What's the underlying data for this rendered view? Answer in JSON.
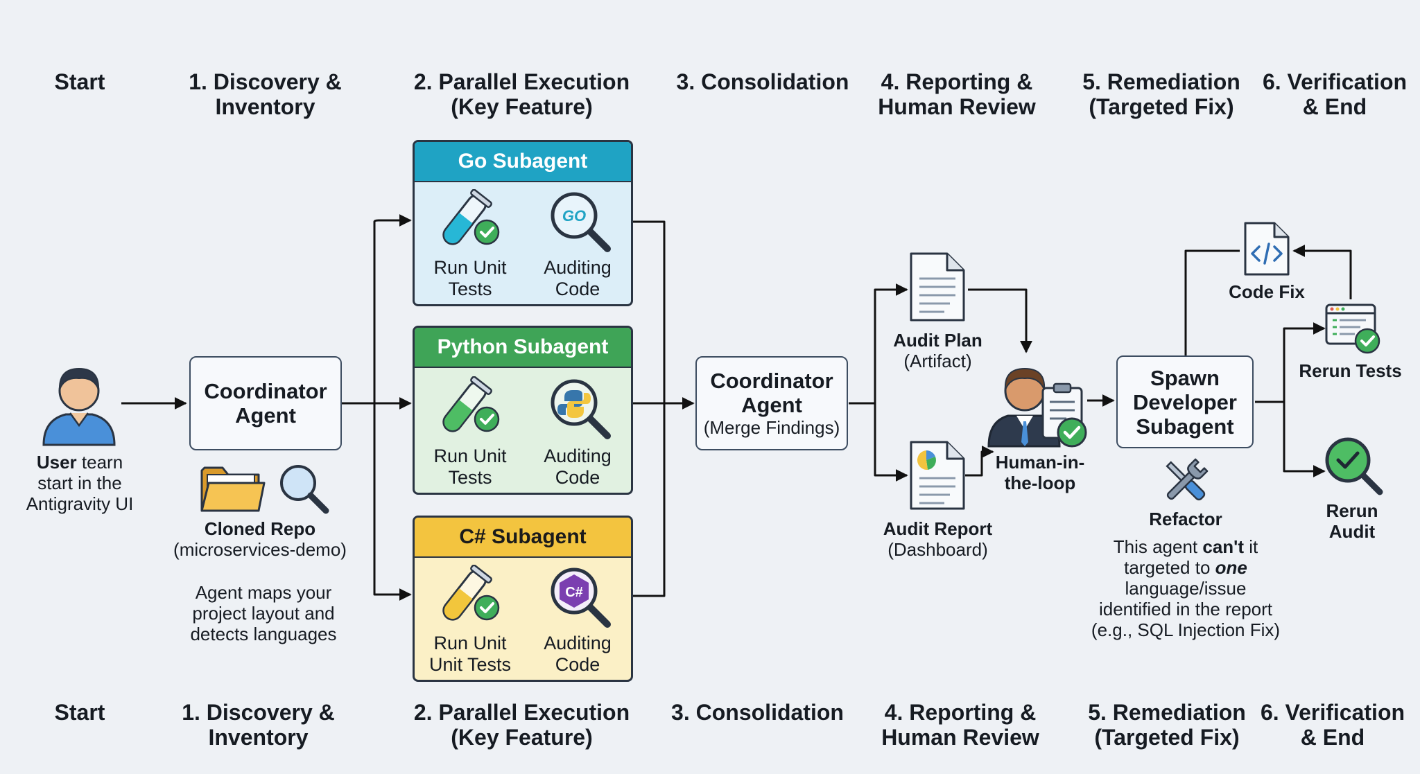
{
  "stages_top": [
    {
      "line1": "Start",
      "line2": ""
    },
    {
      "line1": "1. Discovery &",
      "line2": "Inventory"
    },
    {
      "line1": "2. Parallel Execution",
      "line2": "(Key Feature)"
    },
    {
      "line1": "3. Consolidation",
      "line2": ""
    },
    {
      "line1": "4. Reporting &",
      "line2": "Human Review"
    },
    {
      "line1": "5. Remediation",
      "line2": "(Targeted Fix)"
    },
    {
      "line1": "6. Verification",
      "line2": "& End"
    }
  ],
  "stages_bottom": [
    {
      "line1": "Start",
      "line2": ""
    },
    {
      "line1": "1. Discovery &",
      "line2": "Inventory"
    },
    {
      "line1": "2. Parallel Execution",
      "line2": "(Key Feature)"
    },
    {
      "line1": "3. Consolidation",
      "line2": ""
    },
    {
      "line1": "4. Reporting &",
      "line2": "Human Review"
    },
    {
      "line1": "5. Remediation",
      "line2": "(Targeted Fix)"
    },
    {
      "line1": "6. Verification",
      "line2": "& End"
    }
  ],
  "user": {
    "bold": "User",
    "rest": "tearn",
    "line2": "start in the",
    "line3": "Antigravity UI"
  },
  "coordinator1": {
    "line1": "Coordinator",
    "line2": "Agent"
  },
  "repo": {
    "title": "Cloned Repo",
    "subtitle": "(microservices-demo)",
    "desc1": "Agent maps your",
    "desc2": "project layout and",
    "desc3": "detects languages"
  },
  "subagents": [
    {
      "title": "Go Subagent",
      "header_color": "#1fa3c4",
      "body_color": "#dceef8",
      "left1": "Run Unit",
      "left2": "Tests",
      "right1": "Auditing",
      "right2": "Code",
      "badge": "GO",
      "liquid": "#27b7d6"
    },
    {
      "title": "Python Subagent",
      "header_color": "#3fa457",
      "body_color": "#e1f1e1",
      "left1": "Run Unit",
      "left2": "Tests",
      "right1": "Auditing",
      "right2": "Code",
      "badge": "py",
      "liquid": "#4ebd64"
    },
    {
      "title": "C# Subagent",
      "header_color": "#f3c43f",
      "body_color": "#fbf0c6",
      "left1": "Run Unit",
      "left2": "Unit Tests",
      "right1": "Auditing",
      "right2": "Code",
      "badge": "C#",
      "liquid": "#f2c63c"
    }
  ],
  "coordinator2": {
    "line1": "Coordinator",
    "line2": "Agent",
    "line3": "(Merge Findings)"
  },
  "audit_plan": {
    "title": "Audit Plan",
    "subtitle": "(Artifact)"
  },
  "audit_report": {
    "title": "Audit Report",
    "subtitle": "(Dashboard)"
  },
  "human": {
    "line1": "Human-in-",
    "line2": "the-loop"
  },
  "spawn": {
    "line1": "Spawn",
    "line2": "Developer",
    "line3": "Subagent"
  },
  "code_fix": {
    "label": "Code Fix"
  },
  "refactor": {
    "title": "Refactor",
    "d1a": "This agent ",
    "d1b": "can't",
    "d1c": " it",
    "d2a": "targeted to ",
    "d2b": "one",
    "d3": "language/issue",
    "d4": "identified in the report",
    "d5": "(e.g., SQL Injection Fix)"
  },
  "rerun_tests": {
    "label": "Rerun Tests"
  },
  "rerun_audit": {
    "line1": "Rerun",
    "line2": "Audit"
  },
  "colors": {
    "outline": "#2a3442",
    "check": "#3fae5a",
    "arrow": "#111111"
  }
}
